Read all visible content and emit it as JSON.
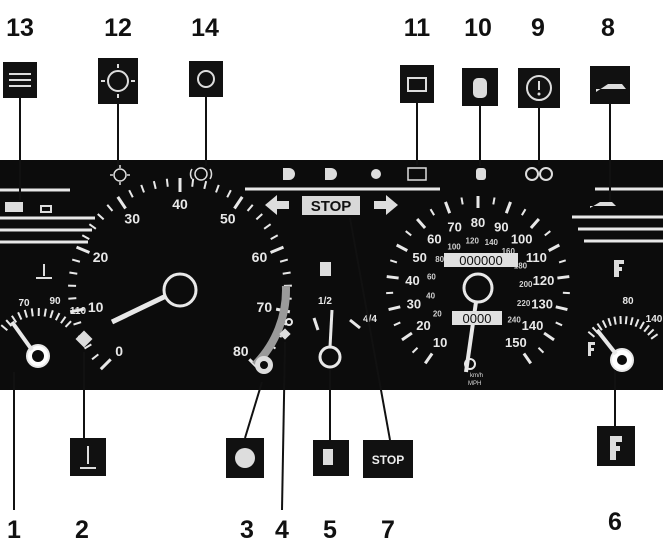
{
  "callouts": [
    "1",
    "2",
    "3",
    "4",
    "5",
    "6",
    "7",
    "8",
    "9",
    "10",
    "11",
    "12",
    "13",
    "14"
  ],
  "tach": {
    "ticks": [
      "0",
      "10",
      "20",
      "30",
      "40",
      "50",
      "60",
      "70",
      "80"
    ]
  },
  "temp_gauge": {
    "ticks": [
      "70",
      "90",
      "110"
    ]
  },
  "fuel_gauge": {
    "ticks": [
      "1/2",
      "4/4"
    ]
  },
  "speedo": {
    "mph_ticks": [
      "10",
      "20",
      "30",
      "40",
      "50",
      "60",
      "70",
      "80",
      "90",
      "100",
      "110",
      "120",
      "130",
      "140",
      "150"
    ],
    "kmh_ticks": [
      "20",
      "40",
      "60",
      "80",
      "100",
      "120",
      "140",
      "160",
      "180",
      "200",
      "220",
      "240"
    ],
    "odometer": "000000",
    "trip": "0000",
    "unit_kmh": "km/h",
    "unit_mph": "MPH"
  },
  "oil_gauge": {
    "ticks": [
      "80",
      "140"
    ]
  },
  "panels": {
    "stop_label": "STOP",
    "stop_box_label": "STOP"
  }
}
